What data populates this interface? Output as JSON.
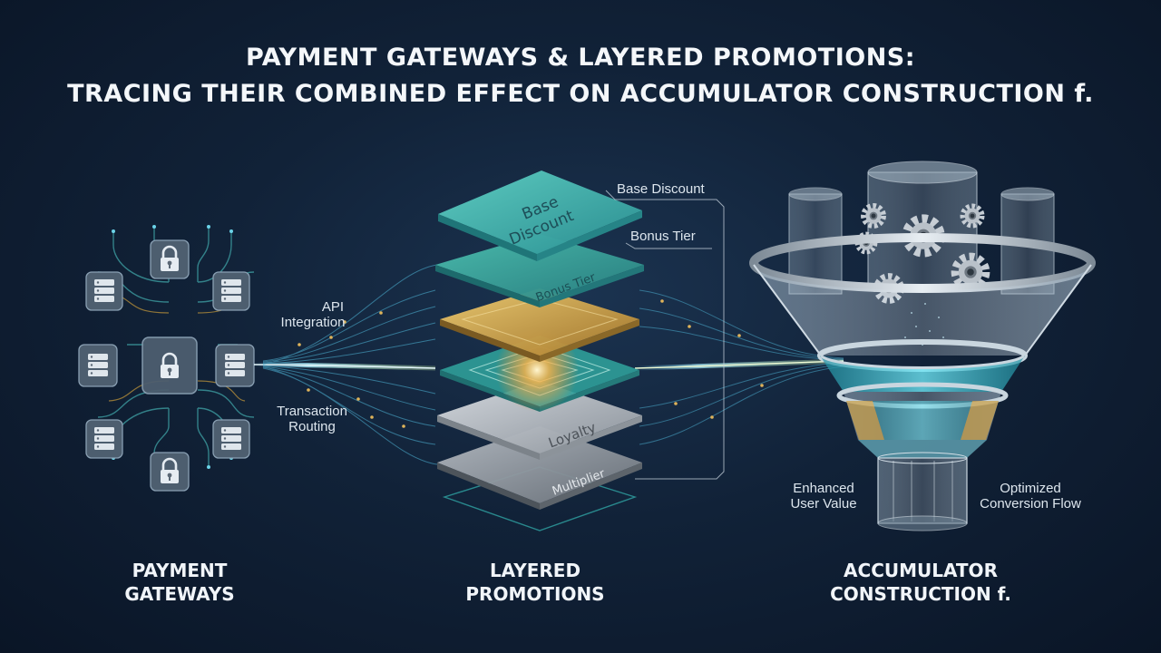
{
  "title": {
    "line1": "PAYMENT GATEWAYS & LAYERED PROMOTIONS:",
    "line2": "TRACING THEIR COMBINED EFFECT ON ACCUMULATOR CONSTRUCTION f."
  },
  "gateways": {
    "label_api_1": "API",
    "label_api_2": "Integration",
    "label_routing_1": "Transaction",
    "label_routing_2": "Routing",
    "caption_1": "PAYMENT",
    "caption_2": "GATEWAYS",
    "icons": [
      "lock-icon",
      "server-icon"
    ]
  },
  "promotions": {
    "layer_base_1": "Base",
    "layer_base_2": "Discount",
    "layer_bonus": "Bonus Tier",
    "layer_loyalty": "Loyalty",
    "layer_multiplier": "Multiplier",
    "callout_base": "Base Discount",
    "callout_bonus": "Bonus Tier",
    "caption_1": "LAYERED",
    "caption_2": "PROMOTIONS"
  },
  "accumulator": {
    "label_value_1": "Enhanced",
    "label_value_2": "User Value",
    "label_flow_1": "Optimized",
    "label_flow_2": "Conversion Flow",
    "caption_1": "ACCUMULATOR",
    "caption_2": "CONSTRUCTION f.",
    "icons": [
      "gear-icon"
    ]
  },
  "colors": {
    "teal": "#3fb3b0",
    "gold": "#e8b54a",
    "accent_blue": "#4fc3f7",
    "grey_layer": "#a9b0b8"
  }
}
